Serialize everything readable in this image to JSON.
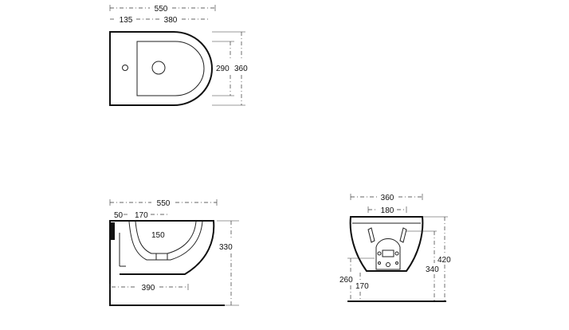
{
  "top_view": {
    "overall_width": "550",
    "rear_offset": "135",
    "bowl_width": "380",
    "bowl_depth": "290",
    "overall_depth": "360"
  },
  "side_view": {
    "overall_width": "550",
    "wall_offset": "50",
    "rim_inner": "170",
    "bowl_height": "150",
    "overall_height": "330",
    "base_length": "390"
  },
  "front_view": {
    "overall_width": "360",
    "inner_width": "180",
    "total_height": "420",
    "bowl_height": "340",
    "outlet_height": "260",
    "outlet_offset": "170"
  }
}
